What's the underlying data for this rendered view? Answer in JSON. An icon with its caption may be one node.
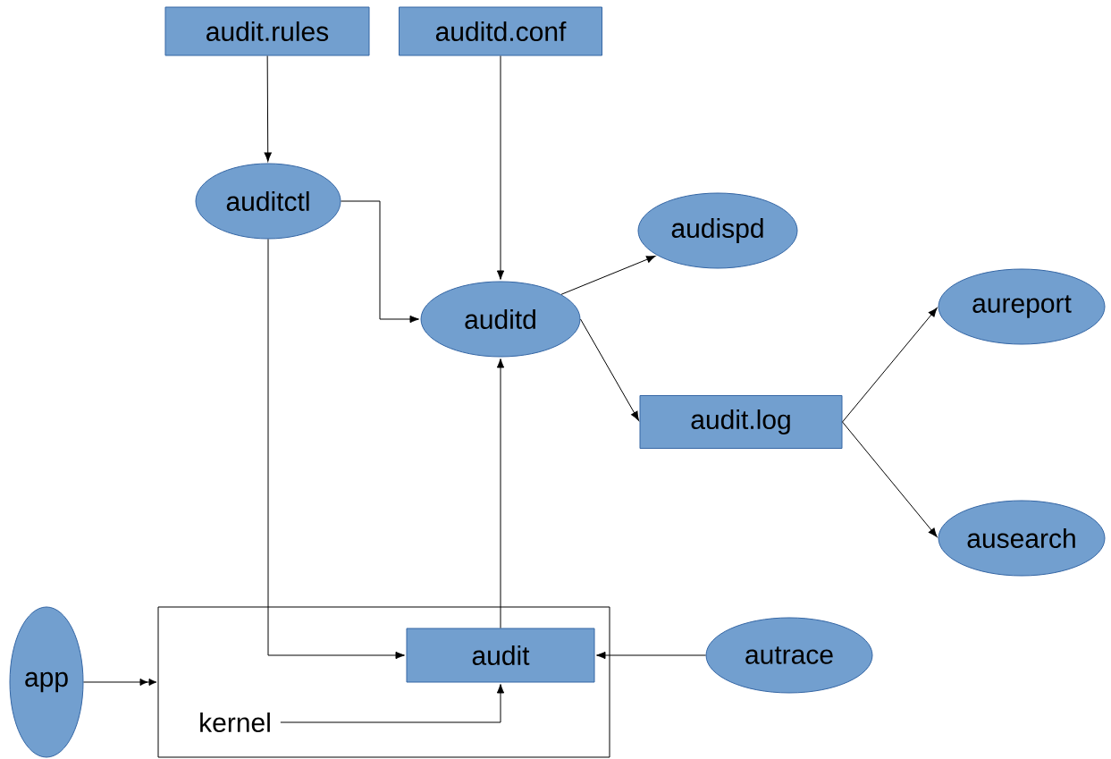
{
  "diagram": {
    "nodes": [
      {
        "text": [
          "audit.rules"
        ]
      },
      {
        "text": [
          "auditd.conf"
        ]
      },
      {
        "text": [
          "auditctl"
        ]
      },
      {
        "text": [
          "audispd"
        ]
      },
      {
        "text": [
          "auditd"
        ]
      },
      {
        "text": [
          "aureport"
        ]
      },
      {
        "text": [
          "audit.log"
        ]
      },
      {
        "text": [
          "ausearch"
        ]
      },
      {
        "text": [
          "app"
        ]
      },
      {
        "text": [],
        "shape": "box"
      },
      {
        "text": [
          "kernel"
        ],
        "in": 9
      },
      {
        "text": [
          "audit"
        ],
        "in": 9
      },
      {
        "text": [
          "autrace"
        ]
      }
    ],
    "edges": [
      {
        "from": 0,
        "to": 2,
        "arrow": "to"
      },
      {
        "from": 1,
        "to": 4,
        "arrow": "to"
      },
      {
        "from": 2,
        "to": 4,
        "arrow": "to"
      },
      {
        "from": 2,
        "to": 11,
        "arrow": "to"
      },
      {
        "from": 4,
        "to": 3,
        "arrow": "to"
      },
      {
        "from": 4,
        "to": 6,
        "arrow": "to"
      },
      {
        "from": 6,
        "to": 5,
        "arrow": "to"
      },
      {
        "from": 6,
        "to": 7,
        "arrow": "to"
      },
      {
        "from": 11,
        "to": 4,
        "arrow": "to"
      },
      {
        "from": 12,
        "to": 11,
        "arrow": "to"
      },
      {
        "from": 8,
        "to": 9,
        "arrow": "to"
      },
      {
        "from": 10,
        "to": 11,
        "arrow": "to"
      }
    ]
  }
}
